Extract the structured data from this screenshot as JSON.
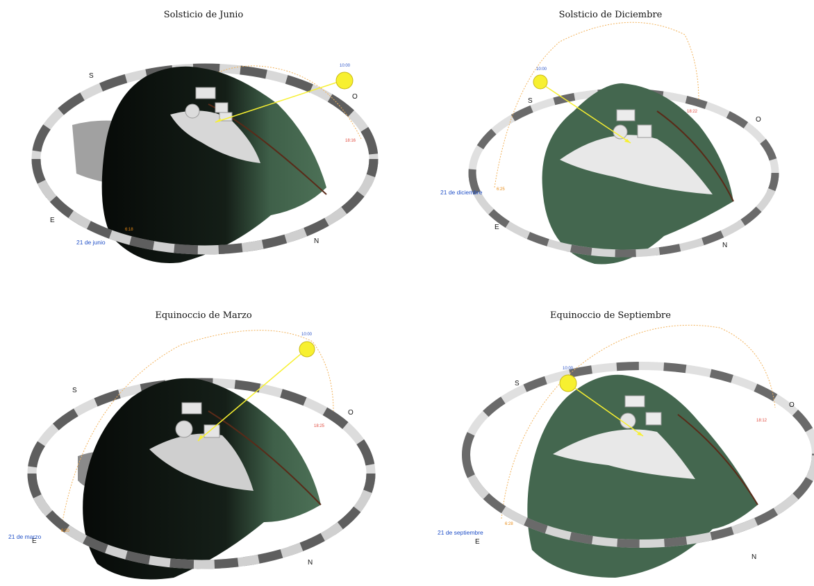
{
  "panels": [
    {
      "title": "Solsticio de Junio",
      "date_label": "21 de junio",
      "noon_label": "10:00",
      "sunrise_label": "6:18",
      "sunset_label": "18:16",
      "compass": {
        "s": "S",
        "o": "O",
        "e": "E",
        "n": "N"
      }
    },
    {
      "title": "Solsticio de Diciembre",
      "date_label": "21 de diciembre",
      "noon_label": "10:00",
      "sunrise_label": "6:25",
      "sunset_label": "18:22",
      "compass": {
        "s": "S",
        "o": "O",
        "e": "E",
        "n": "N"
      }
    },
    {
      "title": "Equinoccio de Marzo",
      "date_label": "21 de marzo",
      "noon_label": "10:00",
      "sunrise_label": "6:20",
      "sunset_label": "18:25",
      "compass": {
        "s": "S",
        "o": "O",
        "e": "E",
        "n": "N"
      }
    },
    {
      "title": "Equinoccio de Septiembre",
      "date_label": "21 de septiembre",
      "noon_label": "10:00",
      "sunrise_label": "6:28",
      "sunset_label": "18:12",
      "compass": {
        "s": "S",
        "o": "O",
        "e": "E",
        "n": "N"
      }
    }
  ],
  "colors": {
    "terrain": "#3d5e48",
    "terrain_dark": "#0d130f",
    "ring_dark": "#5e5e5e",
    "ring_light": "#e6e6e6",
    "sun": "#f7f030",
    "path": "#f2b25a"
  }
}
